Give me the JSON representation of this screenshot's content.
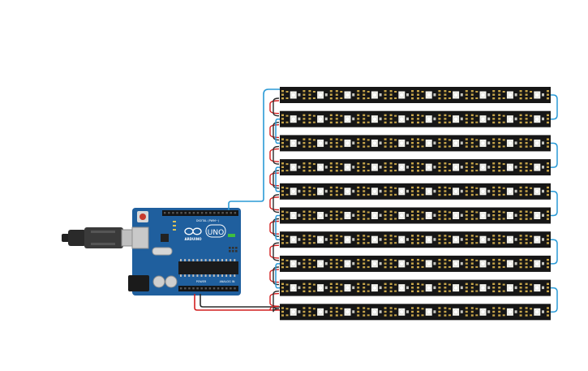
{
  "board": {
    "logo_text": "ARDUINO",
    "model": "UNO",
    "header_digital": "DIGITAL (PWM~)",
    "header_power": "POWER",
    "header_analog": "ANALOG IN",
    "color_pcb": "#1f5f9e"
  },
  "strips": {
    "count": 10,
    "leds_per_strip": 10,
    "color_strip": "#161616",
    "color_led": "#f3f3ee",
    "color_pad": "#c8a64a"
  },
  "wires": {
    "data_color": "#2a9ad6",
    "power_color": "#d21f1f",
    "ground_color": "#2b2b2b"
  }
}
